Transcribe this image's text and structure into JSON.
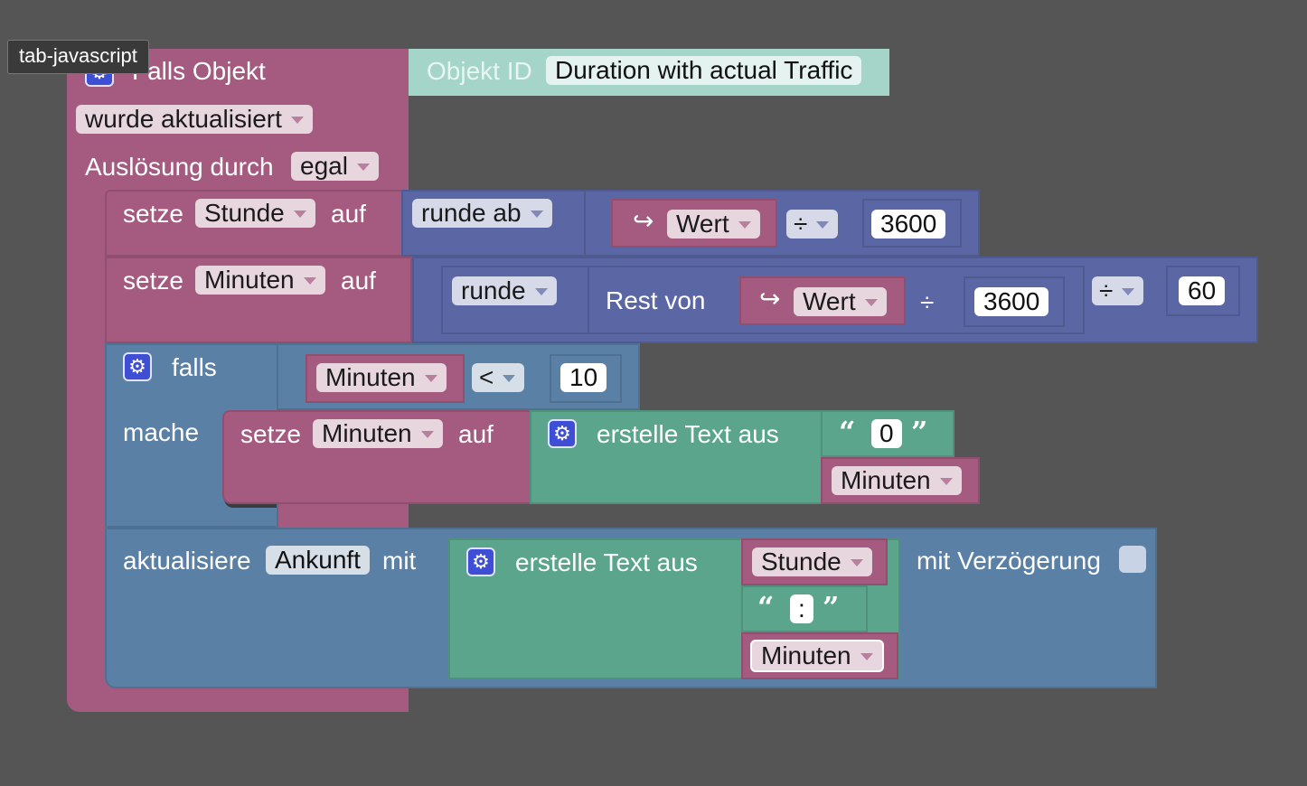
{
  "tooltip": "tab-javascript",
  "trigger": {
    "title": "Falls Objekt",
    "object_id_label": "Objekt ID",
    "object_id_value": "Duration with actual Traffic",
    "event_dropdown": "wurde aktualisiert",
    "cause_label": "Auslösung durch",
    "cause_dropdown": "egal"
  },
  "set_hour": {
    "set_label": "setze",
    "var": "Stunde",
    "to_label": "auf",
    "round_dropdown": "runde ab",
    "value_var": "Wert",
    "op_dropdown": "÷",
    "number": "3600"
  },
  "set_minute": {
    "set_label": "setze",
    "var": "Minuten",
    "to_label": "auf",
    "round_dropdown": "runde",
    "remainder_label": "Rest von",
    "value_var": "Wert",
    "div_symbol": "÷",
    "number": "3600",
    "op_dropdown": "÷",
    "divisor": "60"
  },
  "if_block": {
    "if_label": "falls",
    "var": "Minuten",
    "compare_dropdown": "<",
    "number": "10",
    "do_label": "mache",
    "set_label": "setze",
    "set_var": "Minuten",
    "to_label": "auf",
    "create_text_label": "erstelle Text aus",
    "text_value": "0",
    "append_var": "Minuten"
  },
  "update": {
    "update_label": "aktualisiere",
    "target": "Ankunft",
    "with_label": "mit",
    "create_text_label": "erstelle Text aus",
    "var1": "Stunde",
    "text_value": ":",
    "var2": "Minuten",
    "delay_label": "mit Verzögerung"
  },
  "colors": {
    "background": "#555555",
    "event_block": "#a55b80",
    "logic_block": "#5b80a5",
    "math_block": "#5b67a5",
    "text_block": "#5ba58c",
    "object_block": "#a5d5c8"
  }
}
